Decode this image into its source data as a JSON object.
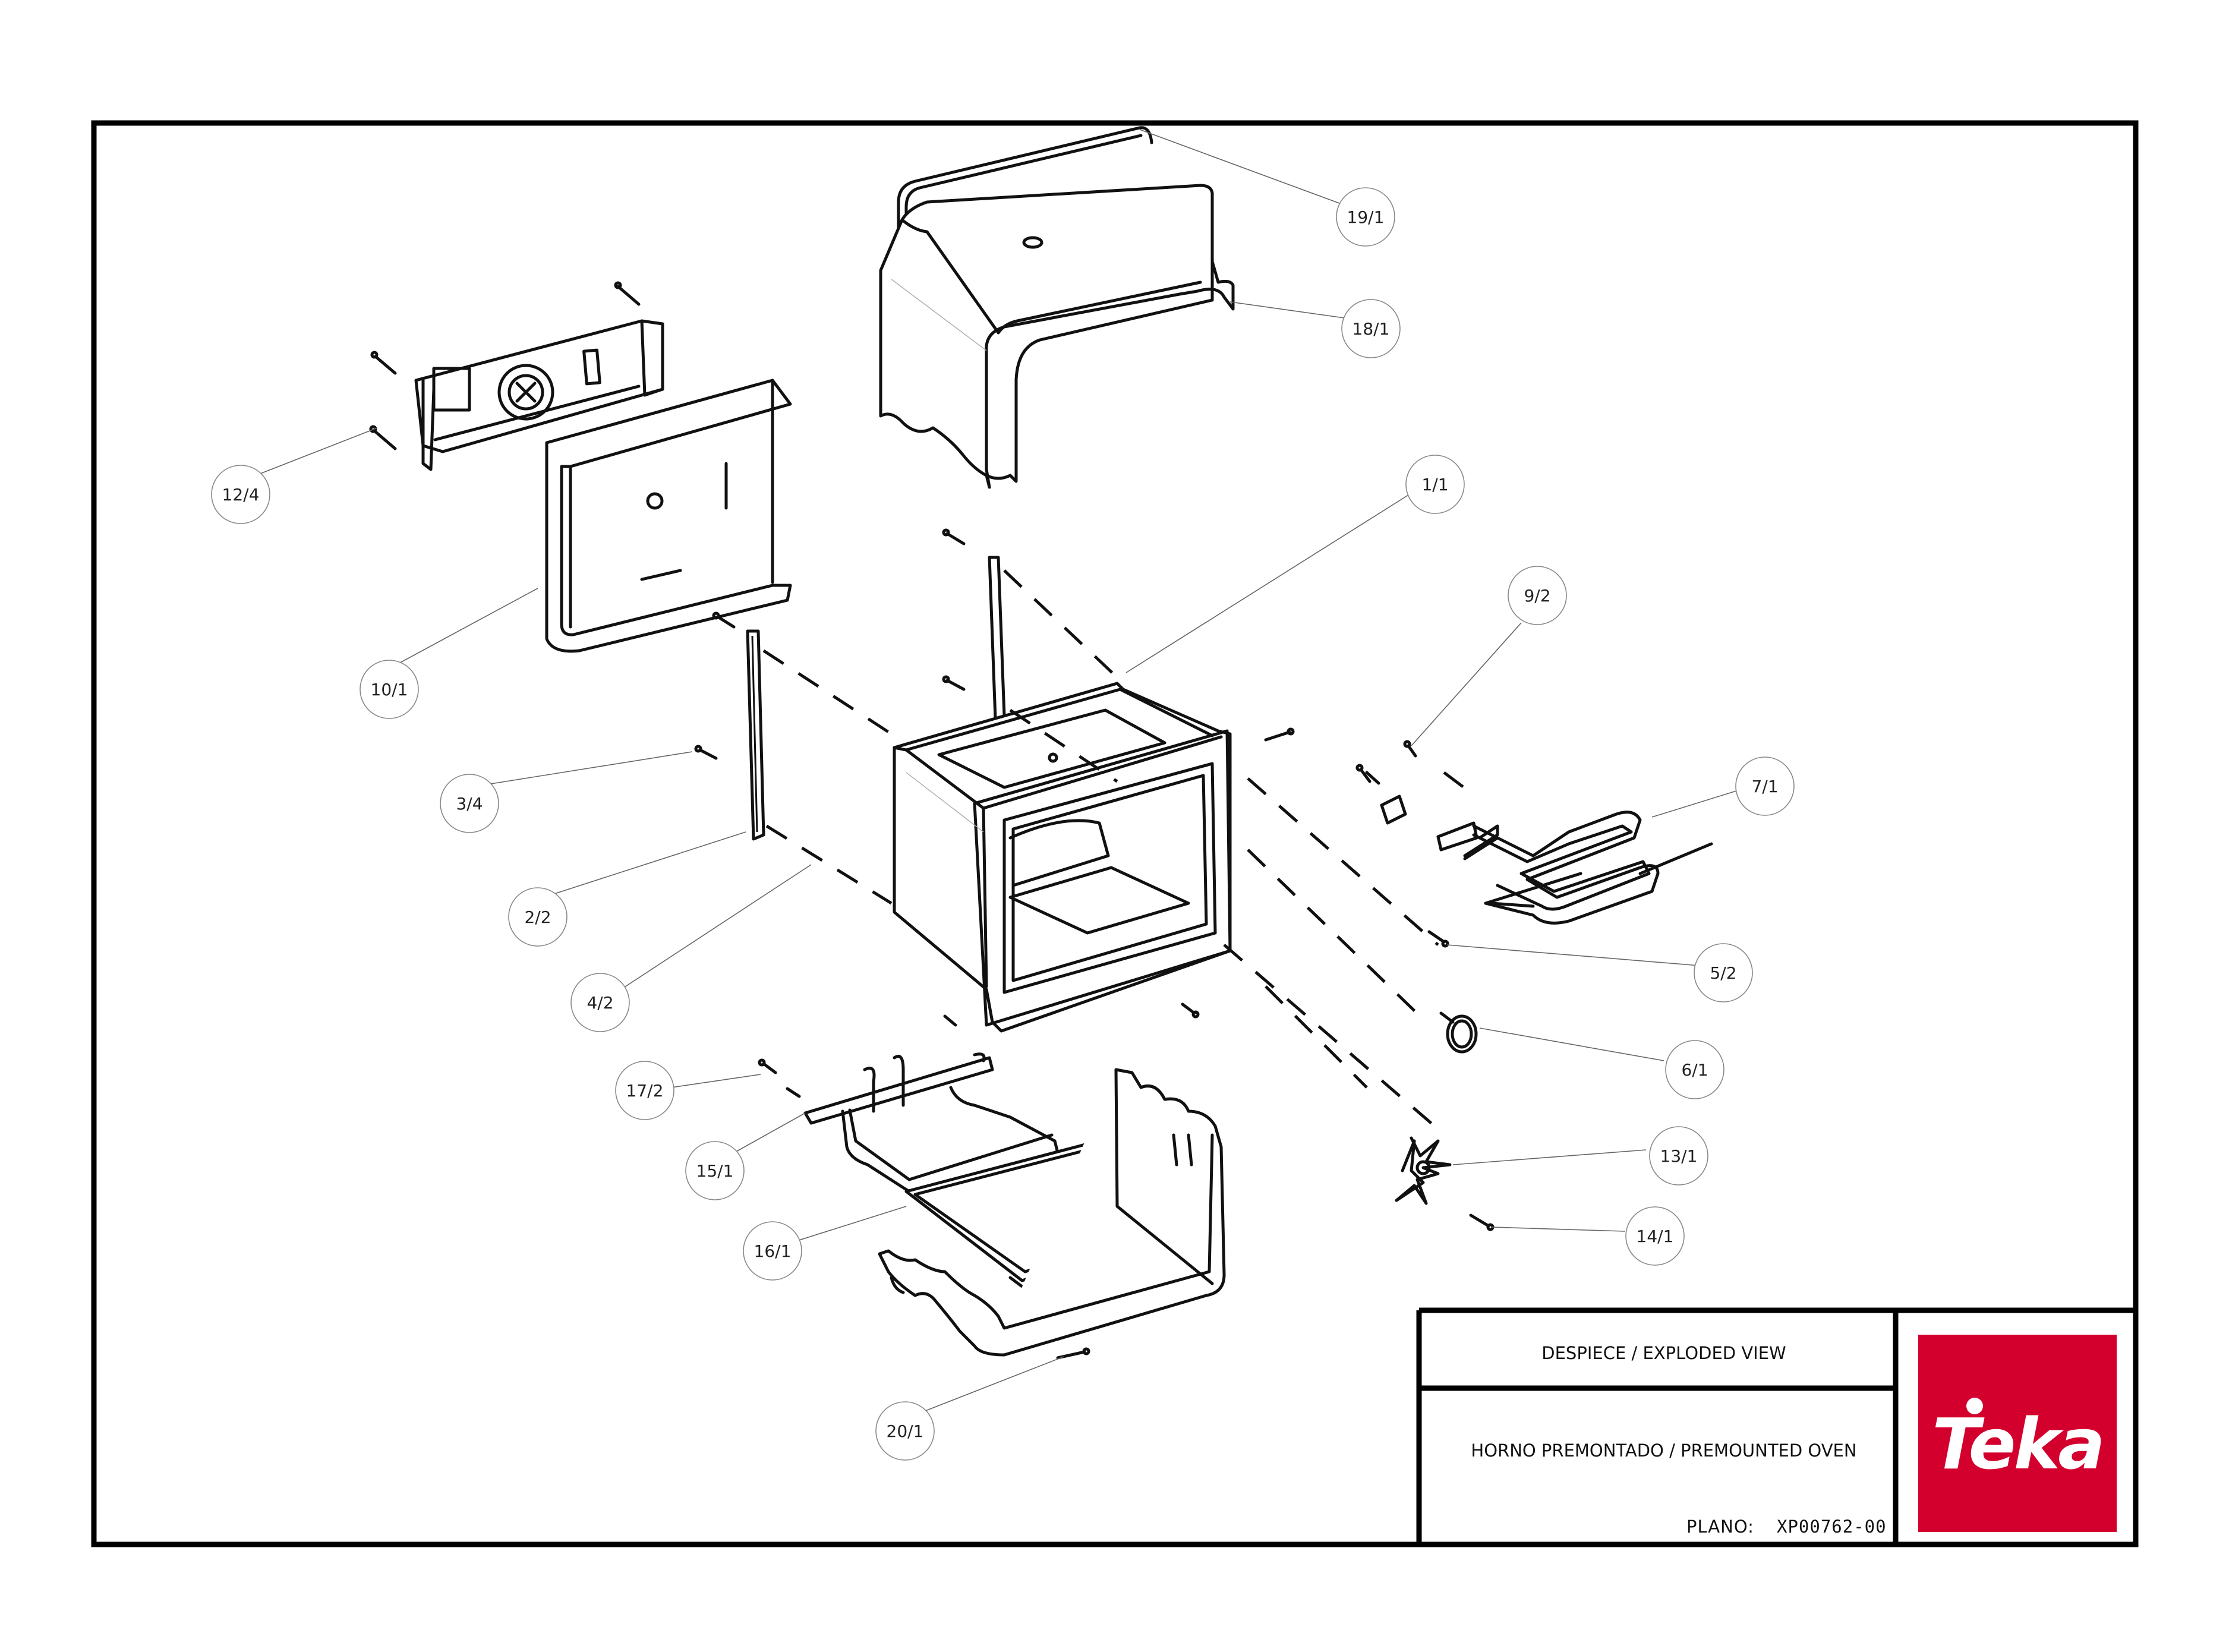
{
  "title_block": {
    "line1": "DESPIECE / EXPLODED VIEW",
    "line2": "HORNO PREMONTADO / PREMOUNTED OVEN",
    "plano_label": "PLANO:",
    "plano_code": "XP00762-00"
  },
  "logo": {
    "text": "Teka",
    "background": "#d3002e",
    "foreground": "#ffffff"
  },
  "callouts": [
    "19/1",
    "18/1",
    "12/4",
    "1/1",
    "10/1",
    "9/2",
    "3/4",
    "7/1",
    "2/2",
    "5/2",
    "4/2",
    "6/1",
    "17/2",
    "13/1",
    "15/1",
    "14/1",
    "16/1",
    "20/1"
  ]
}
